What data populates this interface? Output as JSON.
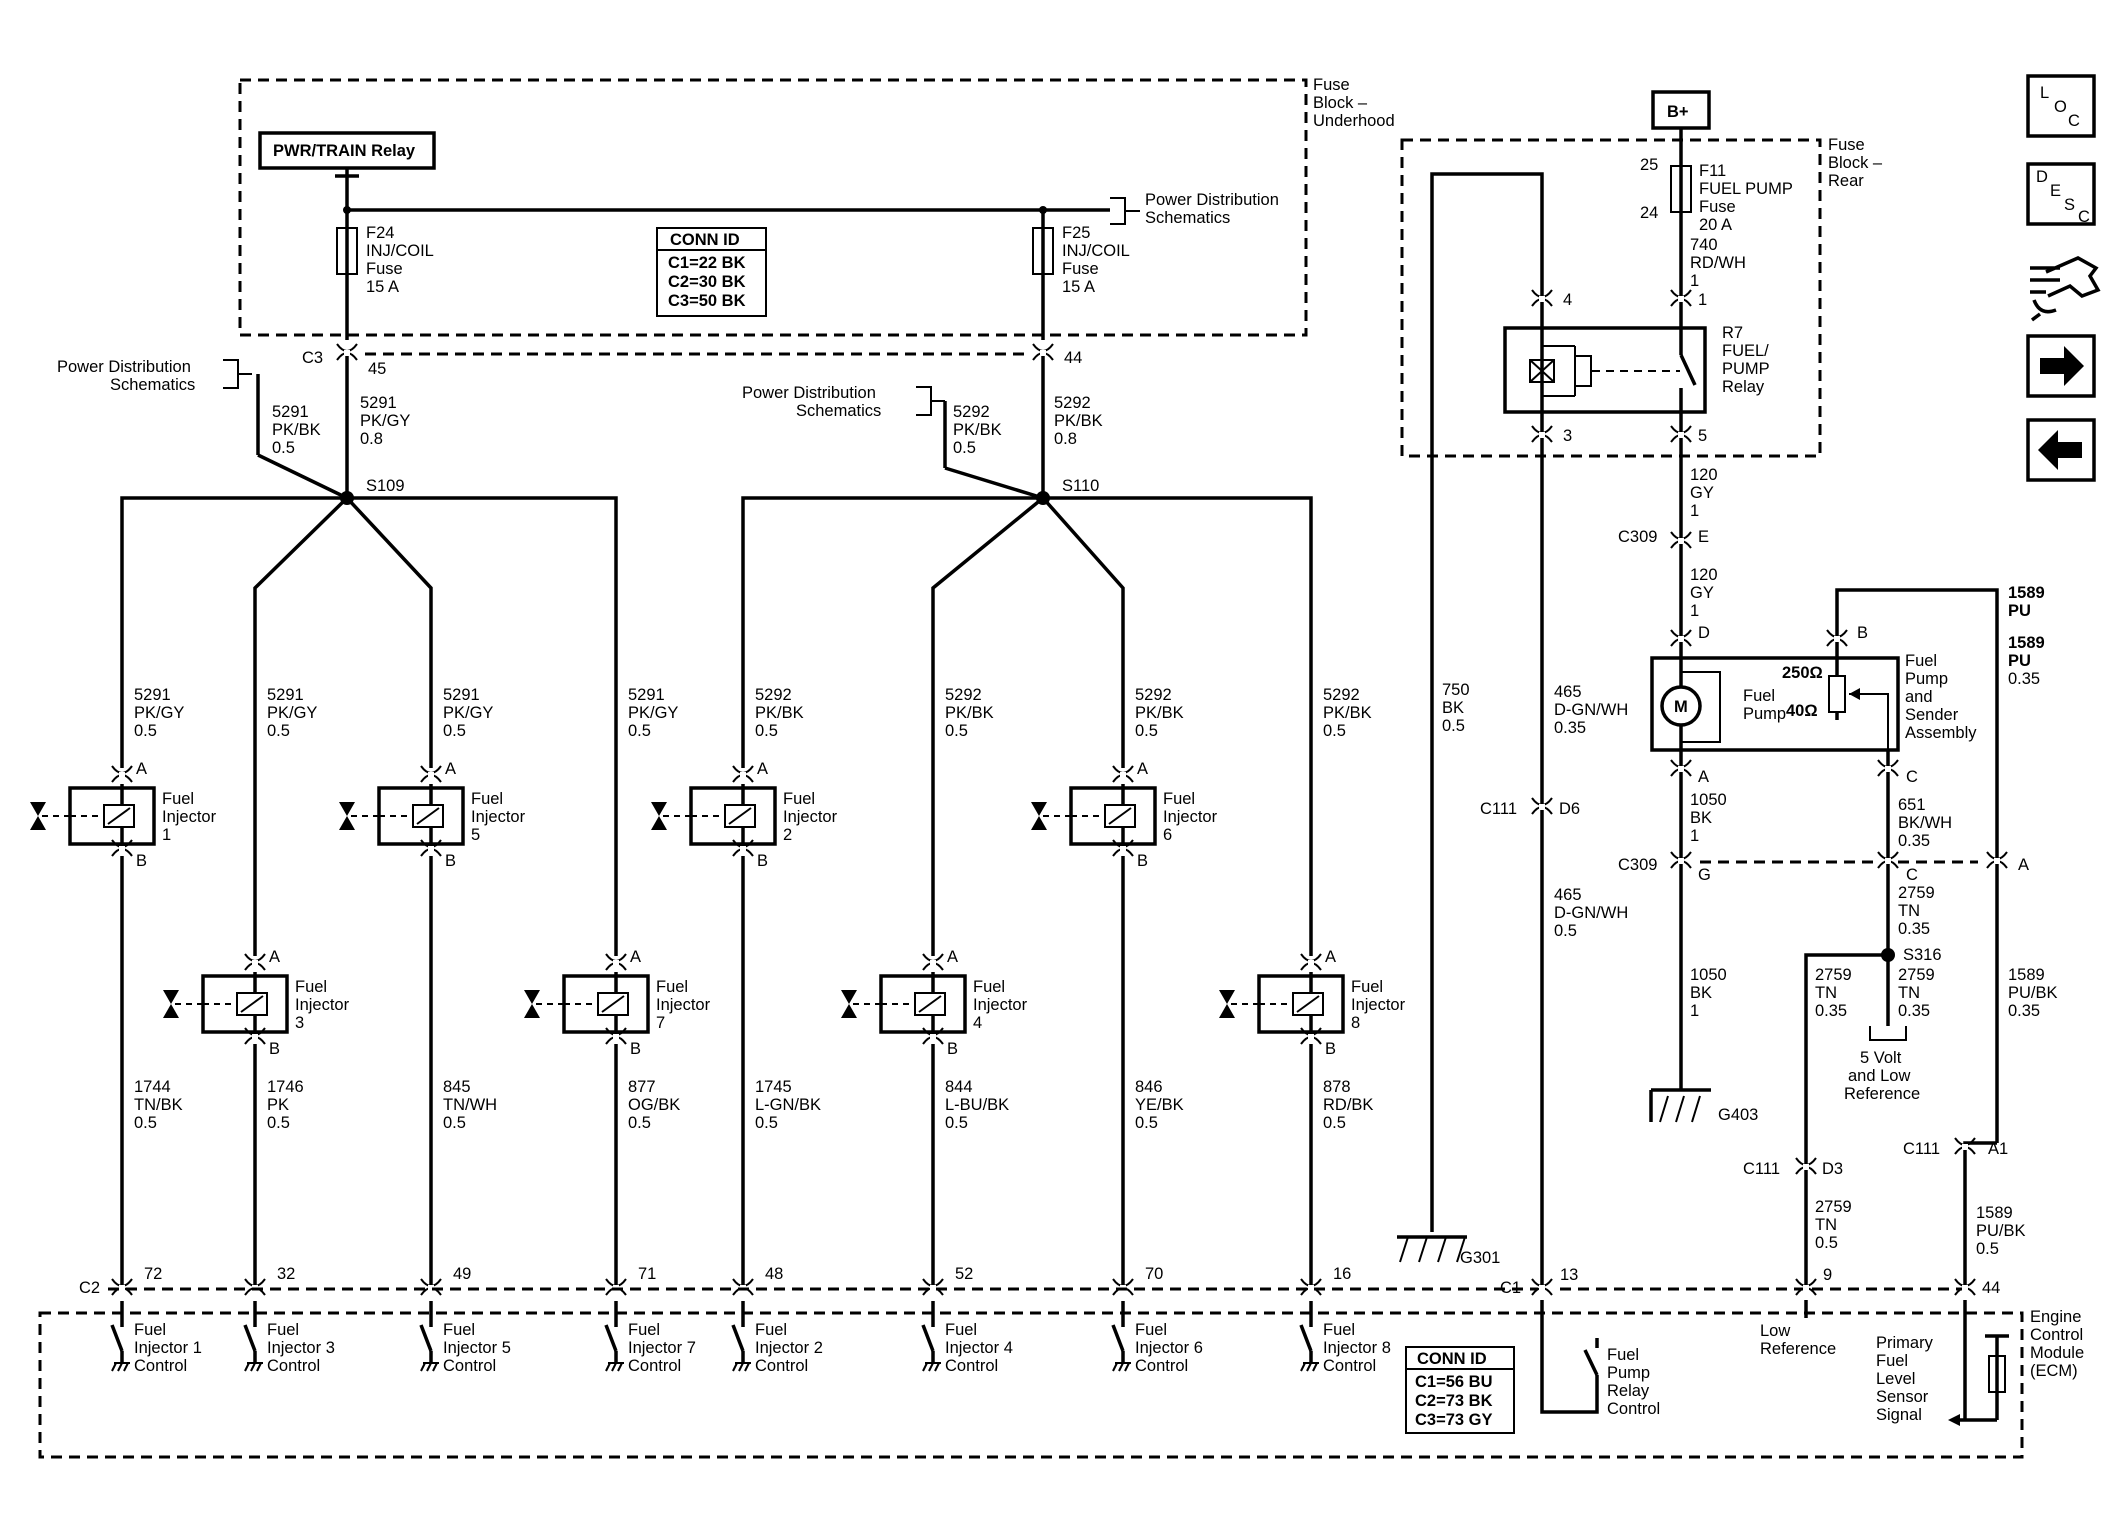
{
  "fuse_block_underhood": {
    "label": [
      "Fuse",
      "Block –",
      "Underhood"
    ],
    "relay": "PWR/TRAIN Relay",
    "power_dist": [
      "Power Distribution",
      "Schematics"
    ],
    "fuse_left": [
      "F24",
      "INJ/COIL",
      "Fuse",
      "15 A"
    ],
    "fuse_right": [
      "F25",
      "INJ/COIL",
      "Fuse",
      "15 A"
    ],
    "conn_id": {
      "title": "CONN ID",
      "rows": [
        "C1=22 BK",
        "C2=30 BK",
        "C3=50 BK"
      ]
    },
    "conn_label": "C3",
    "pin_left": "45",
    "pin_right": "44"
  },
  "bank_left": {
    "power_dist": [
      "Power Distribution",
      "Schematics"
    ],
    "feed_thin": [
      "5291",
      "PK/BK",
      "0.5"
    ],
    "feed_main": [
      "5291",
      "PK/GY",
      "0.8"
    ],
    "splice": "S109"
  },
  "bank_right": {
    "power_dist": [
      "Power Distribution",
      "Schematics"
    ],
    "feed_thin": [
      "5292",
      "PK/BK",
      "0.5"
    ],
    "feed_main": [
      "5292",
      "PK/BK",
      "0.8"
    ],
    "splice": "S110"
  },
  "injectors": [
    {
      "name": [
        "Fuel",
        "Injector",
        "1"
      ],
      "feed": [
        "5291",
        "PK/GY",
        "0.5"
      ],
      "out": [
        "1744",
        "TN/BK",
        "0.5"
      ],
      "pin": "72",
      "ecm": [
        "Fuel",
        "Injector 1",
        "Control"
      ]
    },
    {
      "name": [
        "Fuel",
        "Injector",
        "3"
      ],
      "feed": [
        "5291",
        "PK/GY",
        "0.5"
      ],
      "out": [
        "1746",
        "PK",
        "0.5"
      ],
      "pin": "32",
      "ecm": [
        "Fuel",
        "Injector 3",
        "Control"
      ]
    },
    {
      "name": [
        "Fuel",
        "Injector",
        "5"
      ],
      "feed": [
        "5291",
        "PK/GY",
        "0.5"
      ],
      "out": [
        "845",
        "TN/WH",
        "0.5"
      ],
      "pin": "49",
      "ecm": [
        "Fuel",
        "Injector 5",
        "Control"
      ]
    },
    {
      "name": [
        "Fuel",
        "Injector",
        "7"
      ],
      "feed": [
        "5291",
        "PK/GY",
        "0.5"
      ],
      "out": [
        "877",
        "OG/BK",
        "0.5"
      ],
      "pin": "71",
      "ecm": [
        "Fuel",
        "Injector 7",
        "Control"
      ]
    },
    {
      "name": [
        "Fuel",
        "Injector",
        "2"
      ],
      "feed": [
        "5292",
        "PK/BK",
        "0.5"
      ],
      "out": [
        "1745",
        "L-GN/BK",
        "0.5"
      ],
      "pin": "48",
      "ecm": [
        "Fuel",
        "Injector 2",
        "Control"
      ]
    },
    {
      "name": [
        "Fuel",
        "Injector",
        "4"
      ],
      "feed": [
        "5292",
        "PK/BK",
        "0.5"
      ],
      "out": [
        "844",
        "L-BU/BK",
        "0.5"
      ],
      "pin": "52",
      "ecm": [
        "Fuel",
        "Injector 4",
        "Control"
      ]
    },
    {
      "name": [
        "Fuel",
        "Injector",
        "6"
      ],
      "feed": [
        "5292",
        "PK/BK",
        "0.5"
      ],
      "out": [
        "846",
        "YE/BK",
        "0.5"
      ],
      "pin": "70",
      "ecm": [
        "Fuel",
        "Injector 6",
        "Control"
      ]
    },
    {
      "name": [
        "Fuel",
        "Injector",
        "8"
      ],
      "feed": [
        "5292",
        "PK/BK",
        "0.5"
      ],
      "out": [
        "878",
        "RD/BK",
        "0.5"
      ],
      "pin": "16",
      "ecm": [
        "Fuel",
        "Injector 8",
        "Control"
      ]
    }
  ],
  "pin_a": "A",
  "pin_b": "B",
  "ecm": {
    "label": [
      "Engine",
      "Control",
      "Module",
      "(ECM)"
    ],
    "c2": "C2",
    "c1": "C1",
    "conn_id": {
      "title": "CONN ID",
      "rows": [
        "C1=56 BU",
        "C2=73 BK",
        "C3=73 GY"
      ]
    },
    "pump_pin": "13",
    "pump_ctrl": [
      "Fuel",
      "Pump",
      "Relay",
      "Control"
    ],
    "low_pin": "9",
    "low_ref": [
      "Low",
      "Reference"
    ],
    "level_pin": "44",
    "level": [
      "Primary",
      "Fuel",
      "Level",
      "Sensor",
      "Signal"
    ]
  },
  "fuse_block_rear": {
    "label": [
      "Fuse",
      "Block –",
      "Rear"
    ],
    "battery": "B+",
    "fuse": [
      "F11",
      "FUEL PUMP",
      "Fuse",
      "20 A"
    ],
    "pin_top": "25",
    "pin_bot": "24",
    "batt_wire": [
      "740",
      "RD/WH",
      "1"
    ],
    "relay": [
      "R7",
      "FUEL/",
      "PUMP",
      "Relay"
    ],
    "relay_pins": {
      "p4": "4",
      "p1": "1",
      "p3": "3",
      "p5": "5"
    }
  },
  "ground_wire": {
    "label": [
      "750",
      "BK",
      "0.5"
    ],
    "ground": "G301"
  },
  "relay_ctrl": {
    "upper": [
      "465",
      "D-GN/WH",
      "0.35"
    ],
    "lower": [
      "465",
      "D-GN/WH",
      "0.5"
    ],
    "conn": "C111",
    "pin": "D6"
  },
  "pump_feed": {
    "upper": [
      "120",
      "GY",
      "1"
    ],
    "conn": "C309",
    "pin": "E",
    "lower": [
      "120",
      "GY",
      "1"
    ]
  },
  "pump": {
    "label": [
      "Fuel",
      "Pump",
      "and",
      "Sender",
      "Assembly"
    ],
    "motor": "M",
    "motor_label": [
      "Fuel",
      "Pump"
    ],
    "res_top": "250Ω",
    "res_bot": "40Ω",
    "pins": {
      "d": "D",
      "b": "B",
      "a": "A",
      "c": "C"
    }
  },
  "pump_gnd": {
    "upper": [
      "1050",
      "BK",
      "1"
    ],
    "conn": "C309",
    "pin": "G",
    "lower": [
      "1050",
      "BK",
      "1"
    ],
    "ground": "G403"
  },
  "sender_low": {
    "upper": [
      "651",
      "BK/WH",
      "0.35"
    ],
    "pin": "C",
    "lower": [
      "2759",
      "TN",
      "0.35"
    ],
    "splice": "S316",
    "left": [
      "2759",
      "TN",
      "0.35"
    ],
    "right": [
      "2759",
      "TN",
      "0.35"
    ],
    "ref": [
      "5 Volt",
      "and Low",
      "Reference"
    ],
    "conn": "C111",
    "conn_pin": "D3",
    "bottom": [
      "2759",
      "TN",
      "0.5"
    ]
  },
  "level_signal": {
    "top": [
      "1589",
      "PU"
    ],
    "mid": [
      "1589",
      "PU",
      "0.35"
    ],
    "pin": "A",
    "lower": [
      "1589",
      "PU/BK",
      "0.35"
    ],
    "conn": "C111",
    "conn_pin": "A1",
    "bottom": [
      "1589",
      "PU/BK",
      "0.5"
    ]
  },
  "nav": {
    "loc": [
      "L",
      "O",
      "C"
    ],
    "desc": [
      "D",
      "E",
      "S",
      "C"
    ]
  }
}
